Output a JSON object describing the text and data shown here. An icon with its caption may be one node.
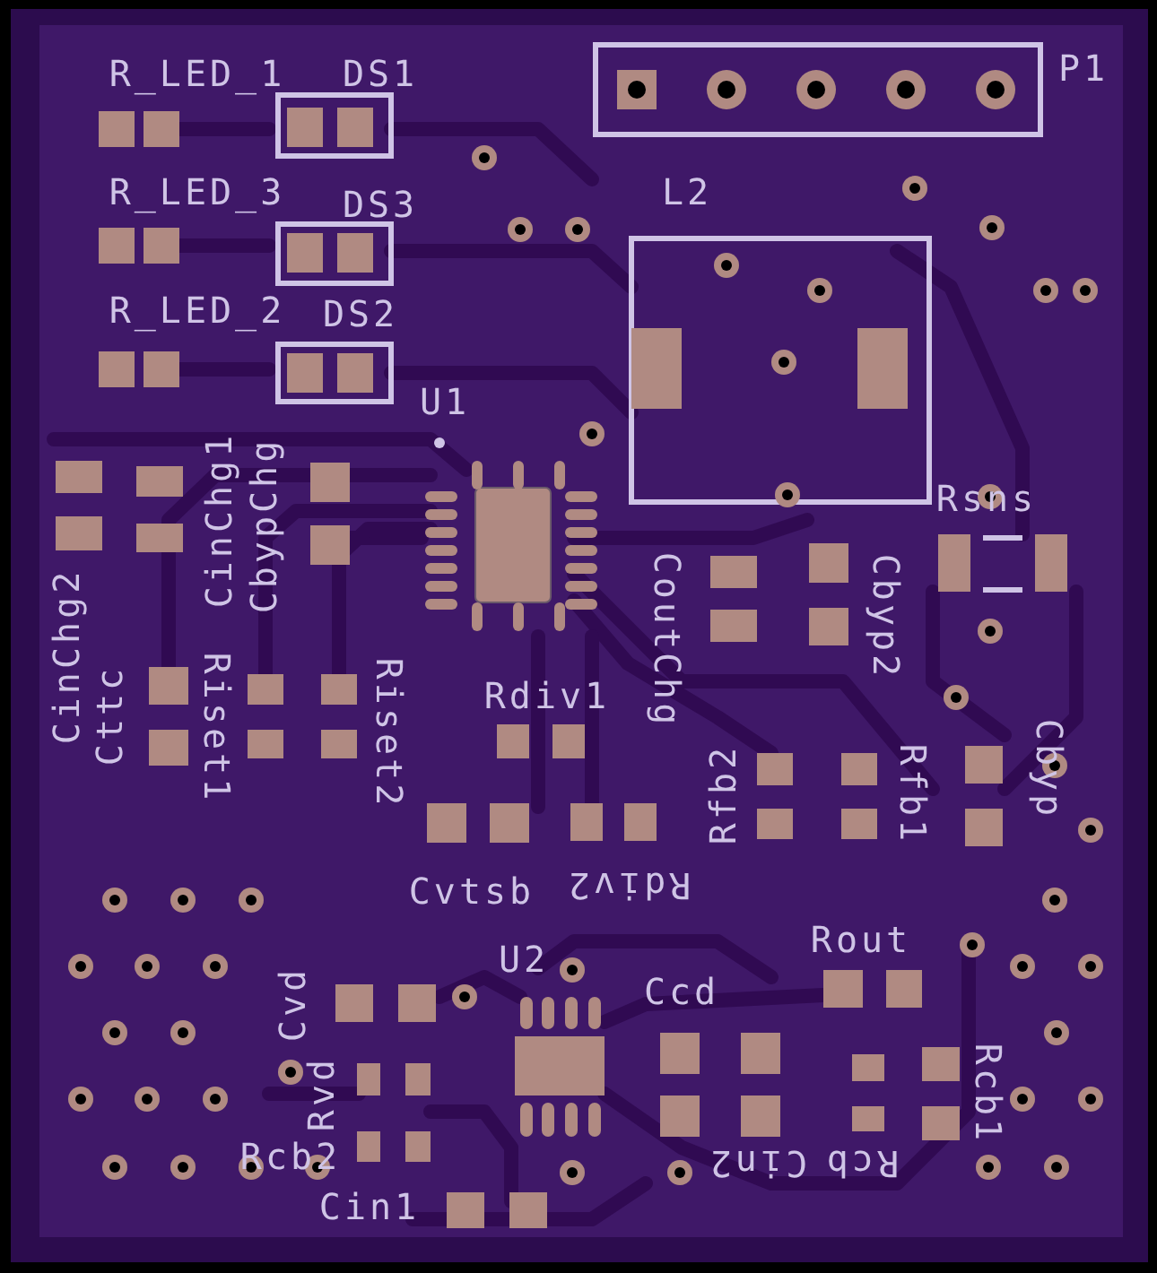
{
  "diagram": {
    "labels": [
      "R_LED_1",
      "DS1",
      "P1",
      "R_LED_3",
      "DS3",
      "L2",
      "R_LED_2",
      "DS2",
      "U1",
      "Rsns",
      "CinChg1",
      "CbypChg",
      "CoutChg",
      "Cbyp2",
      "CinChg2",
      "Cttc",
      "Riset1",
      "Riset2",
      "Rdiv1",
      "Rfb2",
      "Rfb1",
      "Cbyp",
      "Cvtsb",
      "Rdiv2",
      "Rout",
      "Cvd",
      "U2",
      "Ccd",
      "Rvd",
      "Rcb1",
      "Rcb2",
      "Cin2",
      "Rcb",
      "Cin1"
    ]
  }
}
